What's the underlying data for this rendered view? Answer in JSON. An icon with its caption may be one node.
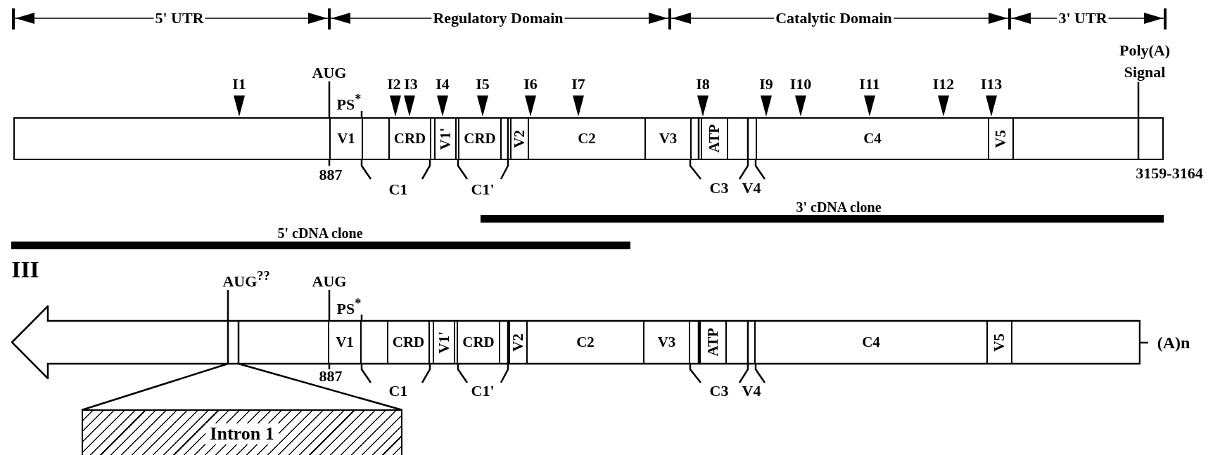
{
  "diagram": {
    "nodes": [
      {
        "text": [],
        "shape": "bar"
      },
      {
        "text": [
          "V1"
        ],
        "in": 0,
        "beside": [
          "AUG"
        ]
      },
      {
        "text": [
          "CRD"
        ],
        "in": 0
      },
      {
        "text": [
          "V1'"
        ],
        "in": 0
      },
      {
        "text": [
          "CRD"
        ],
        "in": 0
      },
      {
        "text": [
          "V2"
        ],
        "in": 0
      },
      {
        "text": [
          "C2"
        ],
        "in": 0
      },
      {
        "text": [
          "V3"
        ],
        "in": 0
      },
      {
        "text": [
          "ATP"
        ],
        "in": 0
      },
      {
        "text": [
          "C4"
        ],
        "in": 0
      },
      {
        "text": [
          "V5"
        ],
        "in": 0
      },
      {
        "text": [],
        "shape": "arrow",
        "beside": [
          "AUG$^{??}$"
        ]
      },
      {
        "text": [
          "V1"
        ],
        "in": 11,
        "beside": [
          "AUG"
        ]
      },
      {
        "text": [
          "CRD"
        ],
        "in": 11
      },
      {
        "text": [
          "V1'"
        ],
        "in": 11
      },
      {
        "text": [
          "CRD"
        ],
        "in": 11
      },
      {
        "text": [
          "V2"
        ],
        "in": 11
      },
      {
        "text": [
          "C2"
        ],
        "in": 11
      },
      {
        "text": [
          "V3"
        ],
        "in": 11
      },
      {
        "text": [
          "ATP"
        ],
        "in": 11
      },
      {
        "text": [
          "C4"
        ],
        "in": 11
      },
      {
        "text": [
          "V5"
        ],
        "in": 11
      },
      {
        "text": [
          "Intron 1"
        ]
      }
    ],
    "edges": [
      {
        "from": 11,
        "to": 22,
        "arrow": "none"
      },
      {
        "from": 11,
        "to": 22,
        "arrow": "none"
      }
    ],
    "labels": [
      "5' UTR",
      "Regulatory Domain",
      "Catalytic Domain",
      "3' UTR",
      "Poly(A) Signal",
      "I1",
      "I2",
      "I3",
      "I4",
      "I5",
      "I6",
      "I7",
      "I8",
      "I9",
      "I10",
      "I11",
      "I12",
      "I13",
      "PS$^{*}$",
      "887",
      "3159-3164",
      "C1",
      "C1'",
      "C3",
      "V4",
      "3' cDNA clone",
      "5' cDNA clone",
      "III",
      "PS$^{*}$",
      "(A)n",
      "887",
      "C1",
      "C1'",
      "C3",
      "V4"
    ]
  }
}
